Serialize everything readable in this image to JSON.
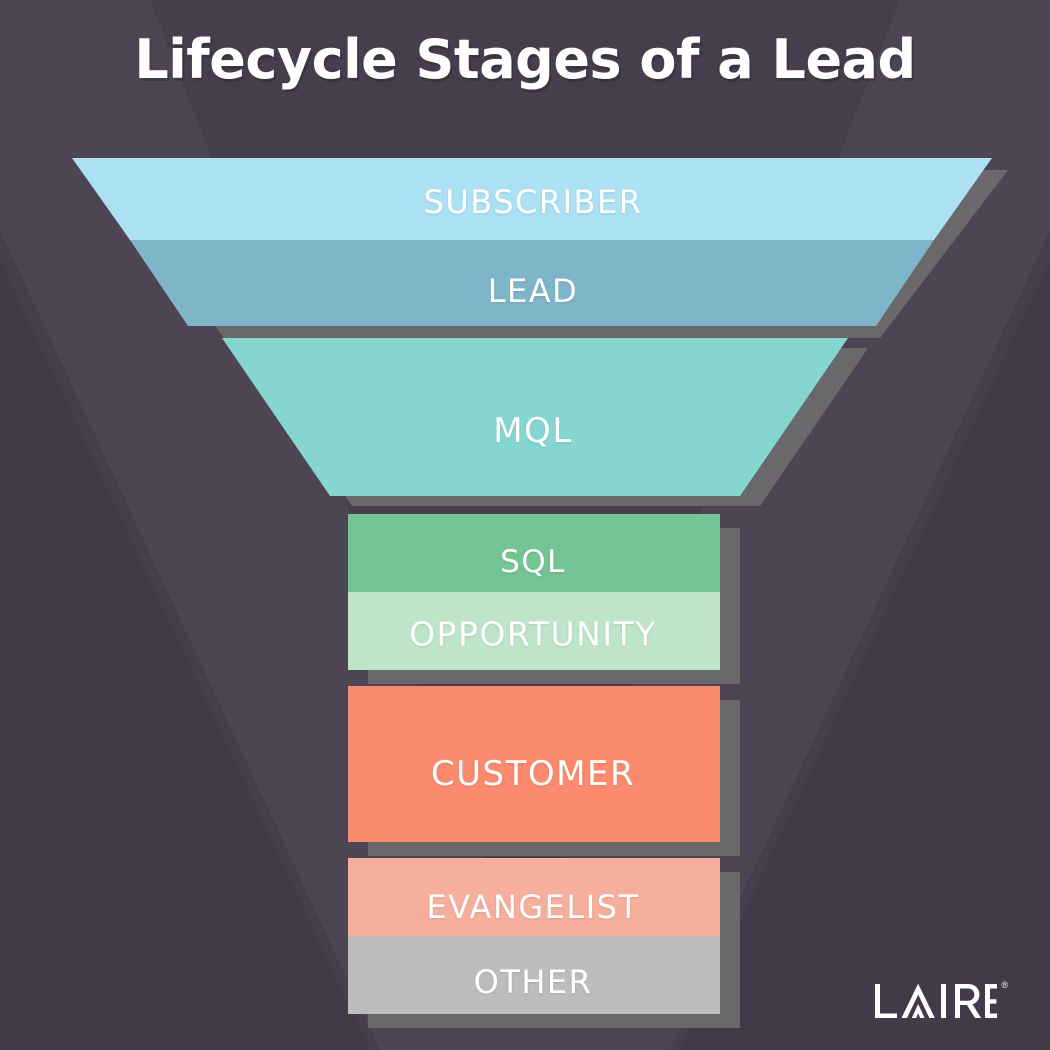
{
  "title": "Lifecycle Stages of a Lead",
  "background": {
    "base_color": "#463e4d",
    "wedge_color": "#4d4554",
    "wedge_dark_color": "#423a49"
  },
  "shadow_color": "#6b686b",
  "funnel": {
    "stages": [
      {
        "id": "subscriber",
        "label": "SUBSCRIBER",
        "color": "#ace1f4",
        "shape": "trapezoid"
      },
      {
        "id": "lead",
        "label": "LEAD",
        "color": "#7fb5c8",
        "shape": "trapezoid"
      },
      {
        "id": "mql",
        "label": "MQL",
        "color": "#85d6d1",
        "shape": "trapezoid"
      },
      {
        "id": "sql",
        "label": "SQL",
        "color": "#75c495",
        "shape": "rectangle"
      },
      {
        "id": "opportunity",
        "label": "OPPORTUNITY",
        "color": "#bee5c8",
        "shape": "rectangle"
      },
      {
        "id": "customer",
        "label": "CUSTOMER",
        "color": "#fb8a6e",
        "shape": "rectangle"
      },
      {
        "id": "evangelist",
        "label": "EVANGELIST",
        "color": "#f6ae9d",
        "shape": "rectangle"
      },
      {
        "id": "other",
        "label": "OTHER",
        "color": "#bdbdbd",
        "shape": "rectangle"
      }
    ]
  },
  "logo": {
    "name": "LAIRE",
    "trademark": "®"
  }
}
